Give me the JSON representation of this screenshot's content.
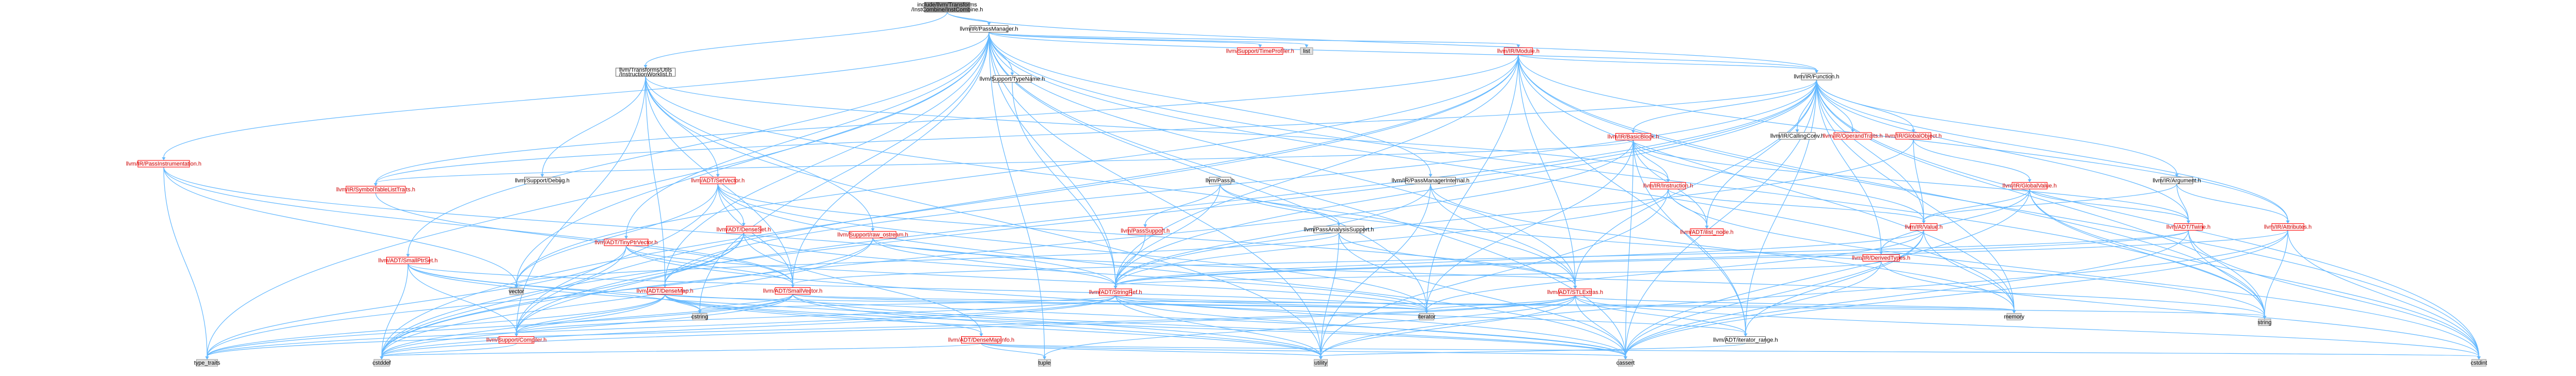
{
  "graph": {
    "colors": {
      "edge": "#63b8ff",
      "root_fill": "#999999",
      "root_border": "#666666",
      "file_fill": "#ffffff",
      "file_border": "#666666",
      "truncated_fill": "#fff0f0",
      "truncated_border": "#ff0000",
      "system_fill": "#e0e0e0",
      "system_border": "#999999",
      "label_text": "#000000",
      "truncated_text": "#cc0000"
    },
    "nodes": [
      {
        "id": "root",
        "label": "include/llvm/Transforms/InstCombine/InstCombine.h",
        "kind": "root"
      },
      {
        "id": "pm",
        "label": "llvm/IR/PassManager.h",
        "kind": "file"
      },
      {
        "id": "iclist",
        "label": "llvm/Transforms/Utils/InstructionWorklist.h",
        "kind": "file"
      },
      {
        "id": "timeprof",
        "label": "llvm/Support/TimeProfiler.h",
        "kind": "truncated"
      },
      {
        "id": "list",
        "label": "list",
        "kind": "system"
      },
      {
        "id": "module",
        "label": "llvm/IR/Module.h",
        "kind": "truncated"
      },
      {
        "id": "typename",
        "label": "llvm/Support/TypeName.h",
        "kind": "file"
      },
      {
        "id": "function",
        "label": "llvm/IR/Function.h",
        "kind": "file"
      },
      {
        "id": "passinstr",
        "label": "llvm/IR/PassInstrumentation.h",
        "kind": "truncated"
      },
      {
        "id": "debug",
        "label": "llvm/Support/Debug.h",
        "kind": "file"
      },
      {
        "id": "setvector",
        "label": "llvm/ADT/SetVector.h",
        "kind": "truncated"
      },
      {
        "id": "tinyptr",
        "label": "llvm/ADT/TinyPtrVector.h",
        "kind": "truncated"
      },
      {
        "id": "pass",
        "label": "llvm/Pass.h",
        "kind": "file"
      },
      {
        "id": "pmint",
        "label": "llvm/IR/PassManagerInternal.h",
        "kind": "file"
      },
      {
        "id": "basicblock",
        "label": "llvm/IR/BasicBlock.h",
        "kind": "truncated"
      },
      {
        "id": "callingconv",
        "label": "llvm/IR/CallingConv.h",
        "kind": "file"
      },
      {
        "id": "opertraits",
        "label": "llvm/IR/OperandTraits.h",
        "kind": "truncated"
      },
      {
        "id": "globalobj",
        "label": "llvm/IR/GlobalObject.h",
        "kind": "truncated"
      },
      {
        "id": "argument",
        "label": "llvm/IR/Argument.h",
        "kind": "file"
      },
      {
        "id": "symtab",
        "label": "llvm/IR/SymbolTableListTraits.h",
        "kind": "truncated"
      },
      {
        "id": "smallptrset",
        "label": "llvm/ADT/SmallPtrSet.h",
        "kind": "truncated"
      },
      {
        "id": "denseset",
        "label": "llvm/ADT/DenseSet.h",
        "kind": "truncated"
      },
      {
        "id": "rawostream",
        "label": "llvm/Support/raw_ostream.h",
        "kind": "truncated"
      },
      {
        "id": "passsupport",
        "label": "llvm/PassSupport.h",
        "kind": "truncated"
      },
      {
        "id": "passanalysis",
        "label": "llvm/PassAnalysisSupport.h",
        "kind": "file"
      },
      {
        "id": "instruction",
        "label": "llvm/IR/Instruction.h",
        "kind": "truncated"
      },
      {
        "id": "globalvalue",
        "label": "llvm/IR/GlobalValue.h",
        "kind": "truncated"
      },
      {
        "id": "twine",
        "label": "llvm/ADT/Twine.h",
        "kind": "truncated"
      },
      {
        "id": "attributes",
        "label": "llvm/IR/Attributes.h",
        "kind": "truncated"
      },
      {
        "id": "ilistnode",
        "label": "llvm/ADT/ilist_node.h",
        "kind": "truncated"
      },
      {
        "id": "value",
        "label": "llvm/IR/Value.h",
        "kind": "truncated"
      },
      {
        "id": "derivedtypes",
        "label": "llvm/IR/DerivedTypes.h",
        "kind": "truncated"
      },
      {
        "id": "densemap",
        "label": "llvm/ADT/DenseMap.h",
        "kind": "truncated"
      },
      {
        "id": "smallvector",
        "label": "llvm/ADT/SmallVector.h",
        "kind": "truncated"
      },
      {
        "id": "stringref",
        "label": "llvm/ADT/StringRef.h",
        "kind": "truncated"
      },
      {
        "id": "stlextras",
        "label": "llvm/ADT/STLExtras.h",
        "kind": "truncated"
      },
      {
        "id": "vector",
        "label": "vector",
        "kind": "system"
      },
      {
        "id": "compiler",
        "label": "llvm/Support/Compiler.h",
        "kind": "truncated"
      },
      {
        "id": "densemapinfo",
        "label": "llvm/ADT/DenseMapInfo.h",
        "kind": "truncated"
      },
      {
        "id": "iteratorrange",
        "label": "llvm/ADT/iterator_range.h",
        "kind": "file"
      },
      {
        "id": "cstring",
        "label": "cstring",
        "kind": "system"
      },
      {
        "id": "iterator",
        "label": "iterator",
        "kind": "system"
      },
      {
        "id": "memory",
        "label": "memory",
        "kind": "system"
      },
      {
        "id": "string",
        "label": "string",
        "kind": "system"
      },
      {
        "id": "typetraits",
        "label": "type_traits",
        "kind": "system"
      },
      {
        "id": "cstddef",
        "label": "cstddef",
        "kind": "system"
      },
      {
        "id": "tuple",
        "label": "tuple",
        "kind": "system"
      },
      {
        "id": "utility",
        "label": "utility",
        "kind": "system"
      },
      {
        "id": "cassert",
        "label": "cassert",
        "kind": "system"
      },
      {
        "id": "cstdint",
        "label": "cstdint",
        "kind": "system"
      }
    ],
    "edges": [
      [
        "root",
        "pm"
      ],
      [
        "root",
        "iclist"
      ],
      [
        "root",
        "function"
      ],
      [
        "pm",
        "timeprof"
      ],
      [
        "pm",
        "list"
      ],
      [
        "pm",
        "module"
      ],
      [
        "pm",
        "typename"
      ],
      [
        "pm",
        "function"
      ],
      [
        "pm",
        "passinstr"
      ],
      [
        "pm",
        "pmint"
      ],
      [
        "pm",
        "stringref"
      ],
      [
        "pm",
        "stlextras"
      ],
      [
        "pm",
        "densemap"
      ],
      [
        "pm",
        "smallptrset"
      ],
      [
        "pm",
        "smallvector"
      ],
      [
        "pm",
        "tinyptr"
      ],
      [
        "pm",
        "typetraits"
      ],
      [
        "pm",
        "cassert"
      ],
      [
        "pm",
        "cstring"
      ],
      [
        "pm",
        "iterator"
      ],
      [
        "pm",
        "memory"
      ],
      [
        "pm",
        "string"
      ],
      [
        "pm",
        "tuple"
      ],
      [
        "pm",
        "utility"
      ],
      [
        "pm",
        "vector"
      ],
      [
        "iclist",
        "debug"
      ],
      [
        "iclist",
        "setvector"
      ],
      [
        "iclist",
        "rawostream"
      ],
      [
        "iclist",
        "smallvector"
      ],
      [
        "iclist",
        "instruction"
      ],
      [
        "iclist",
        "densemap"
      ],
      [
        "iclist",
        "stlextras"
      ],
      [
        "iclist",
        "compiler"
      ],
      [
        "iclist",
        "utility"
      ],
      [
        "module",
        "function"
      ],
      [
        "module",
        "symtab"
      ],
      [
        "module",
        "stringref"
      ],
      [
        "module",
        "stlextras"
      ],
      [
        "module",
        "iteratorrange"
      ],
      [
        "module",
        "attributes"
      ],
      [
        "module",
        "compiler"
      ],
      [
        "module",
        "cstddef"
      ],
      [
        "module",
        "cstdint"
      ],
      [
        "module",
        "iterator"
      ],
      [
        "module",
        "memory"
      ],
      [
        "module",
        "string"
      ],
      [
        "module",
        "vector"
      ],
      [
        "typename",
        "stringref"
      ],
      [
        "function",
        "basicblock"
      ],
      [
        "function",
        "callingconv"
      ],
      [
        "function",
        "opertraits"
      ],
      [
        "function",
        "globalobj"
      ],
      [
        "function",
        "argument"
      ],
      [
        "function",
        "derivedtypes"
      ],
      [
        "function",
        "symtab"
      ],
      [
        "function",
        "value"
      ],
      [
        "function",
        "attributes"
      ],
      [
        "function",
        "twine"
      ],
      [
        "function",
        "stringref"
      ],
      [
        "function",
        "stlextras"
      ],
      [
        "function",
        "densemap"
      ],
      [
        "function",
        "iteratorrange"
      ],
      [
        "function",
        "ilistnode"
      ],
      [
        "function",
        "compiler"
      ],
      [
        "function",
        "cassert"
      ],
      [
        "function",
        "cstddef"
      ],
      [
        "function",
        "cstdint"
      ],
      [
        "function",
        "memory"
      ],
      [
        "function",
        "string"
      ],
      [
        "passinstr",
        "smallvector"
      ],
      [
        "passinstr",
        "stringref"
      ],
      [
        "passinstr",
        "typetraits"
      ],
      [
        "passinstr",
        "vector"
      ],
      [
        "setvector",
        "denseset"
      ],
      [
        "setvector",
        "smallvector"
      ],
      [
        "setvector",
        "stlextras"
      ],
      [
        "setvector",
        "compiler"
      ],
      [
        "setvector",
        "cassert"
      ],
      [
        "setvector",
        "iterator"
      ],
      [
        "setvector",
        "vector"
      ],
      [
        "tinyptr",
        "smallvector"
      ],
      [
        "tinyptr",
        "cassert"
      ],
      [
        "tinyptr",
        "cstddef"
      ],
      [
        "tinyptr",
        "iterator"
      ],
      [
        "tinyptr",
        "typetraits"
      ],
      [
        "pass",
        "passsupport"
      ],
      [
        "pass",
        "passanalysis"
      ],
      [
        "pass",
        "stringref"
      ],
      [
        "pass",
        "string"
      ],
      [
        "pmint",
        "stlextras"
      ],
      [
        "pmint",
        "stringref"
      ],
      [
        "pmint",
        "memory"
      ],
      [
        "pmint",
        "utility"
      ],
      [
        "basicblock",
        "instruction"
      ],
      [
        "basicblock",
        "symtab"
      ],
      [
        "basicblock",
        "value"
      ],
      [
        "basicblock",
        "twine"
      ],
      [
        "basicblock",
        "ilistnode"
      ],
      [
        "basicblock",
        "iteratorrange"
      ],
      [
        "basicblock",
        "cassert"
      ],
      [
        "basicblock",
        "cstddef"
      ],
      [
        "basicblock",
        "iterator"
      ],
      [
        "globalobj",
        "globalvalue"
      ],
      [
        "globalobj",
        "value"
      ],
      [
        "globalobj",
        "stringref"
      ],
      [
        "argument",
        "value"
      ],
      [
        "argument",
        "twine"
      ],
      [
        "argument",
        "attributes"
      ],
      [
        "symtab",
        "smallvector"
      ],
      [
        "smallptrset",
        "compiler"
      ],
      [
        "smallptrset",
        "cassert"
      ],
      [
        "smallptrset",
        "cstddef"
      ],
      [
        "smallptrset",
        "cstring"
      ],
      [
        "smallptrset",
        "iterator"
      ],
      [
        "smallptrset",
        "utility"
      ],
      [
        "denseset",
        "densemap"
      ],
      [
        "denseset",
        "densemapinfo"
      ],
      [
        "denseset",
        "compiler"
      ],
      [
        "denseset",
        "cstddef"
      ],
      [
        "denseset",
        "iterator"
      ],
      [
        "rawostream",
        "stringref"
      ],
      [
        "rawostream",
        "cstddef"
      ],
      [
        "rawostream",
        "string"
      ],
      [
        "rawostream",
        "typetraits"
      ],
      [
        "passsupport",
        "stringref"
      ],
      [
        "passanalysis",
        "stlextras"
      ],
      [
        "passanalysis",
        "cassert"
      ],
      [
        "passanalysis",
        "utility"
      ],
      [
        "passanalysis",
        "vector"
      ],
      [
        "instruction",
        "ilistnode"
      ],
      [
        "instruction",
        "value"
      ],
      [
        "instruction",
        "stringref"
      ],
      [
        "instruction",
        "cstdint"
      ],
      [
        "instruction",
        "utility"
      ],
      [
        "globalvalue",
        "value"
      ],
      [
        "globalvalue",
        "derivedtypes"
      ],
      [
        "globalvalue",
        "twine"
      ],
      [
        "globalvalue",
        "cassert"
      ],
      [
        "globalvalue",
        "cstdint"
      ],
      [
        "globalvalue",
        "string"
      ],
      [
        "twine",
        "smallvector"
      ],
      [
        "twine",
        "stringref"
      ],
      [
        "twine",
        "cassert"
      ],
      [
        "twine",
        "cstdint"
      ],
      [
        "twine",
        "string"
      ],
      [
        "attributes",
        "stringref"
      ],
      [
        "attributes",
        "cassert"
      ],
      [
        "attributes",
        "cstdint"
      ],
      [
        "attributes",
        "string"
      ],
      [
        "attributes",
        "utility"
      ],
      [
        "value",
        "stringref"
      ],
      [
        "value",
        "iteratorrange"
      ],
      [
        "value",
        "cassert"
      ],
      [
        "value",
        "iterator"
      ],
      [
        "value",
        "memory"
      ],
      [
        "derivedtypes",
        "stringref"
      ],
      [
        "derivedtypes",
        "cassert"
      ],
      [
        "derivedtypes",
        "cstdint"
      ],
      [
        "densemap",
        "densemapinfo"
      ],
      [
        "densemap",
        "compiler"
      ],
      [
        "densemap",
        "cassert"
      ],
      [
        "densemap",
        "cstddef"
      ],
      [
        "densemap",
        "cstring"
      ],
      [
        "densemap",
        "iterator"
      ],
      [
        "densemap",
        "typetraits"
      ],
      [
        "densemap",
        "utility"
      ],
      [
        "smallvector",
        "compiler"
      ],
      [
        "smallvector",
        "cassert"
      ],
      [
        "smallvector",
        "cstddef"
      ],
      [
        "smallvector",
        "cstring"
      ],
      [
        "smallvector",
        "iterator"
      ],
      [
        "smallvector",
        "memory"
      ],
      [
        "smallvector",
        "typetraits"
      ],
      [
        "smallvector",
        "utility"
      ],
      [
        "stringref",
        "iteratorrange"
      ],
      [
        "stringref",
        "compiler"
      ],
      [
        "stringref",
        "cassert"
      ],
      [
        "stringref",
        "cstddef"
      ],
      [
        "stringref",
        "cstring"
      ],
      [
        "stringref",
        "iterator"
      ],
      [
        "stringref",
        "string"
      ],
      [
        "stringref",
        "typetraits"
      ],
      [
        "stringref",
        "utility"
      ],
      [
        "stlextras",
        "iteratorrange"
      ],
      [
        "stlextras",
        "cassert"
      ],
      [
        "stlextras",
        "cstddef"
      ],
      [
        "stlextras",
        "cstdint"
      ],
      [
        "stlextras",
        "iterator"
      ],
      [
        "stlextras",
        "memory"
      ],
      [
        "stlextras",
        "tuple"
      ],
      [
        "stlextras",
        "typetraits"
      ],
      [
        "stlextras",
        "utility"
      ],
      [
        "compiler",
        "cstddef"
      ],
      [
        "densemapinfo",
        "cassert"
      ],
      [
        "densemapinfo",
        "cstddef"
      ],
      [
        "densemapinfo",
        "cstdint"
      ],
      [
        "densemapinfo",
        "tuple"
      ],
      [
        "densemapinfo",
        "utility"
      ],
      [
        "iteratorrange",
        "utility"
      ]
    ]
  }
}
